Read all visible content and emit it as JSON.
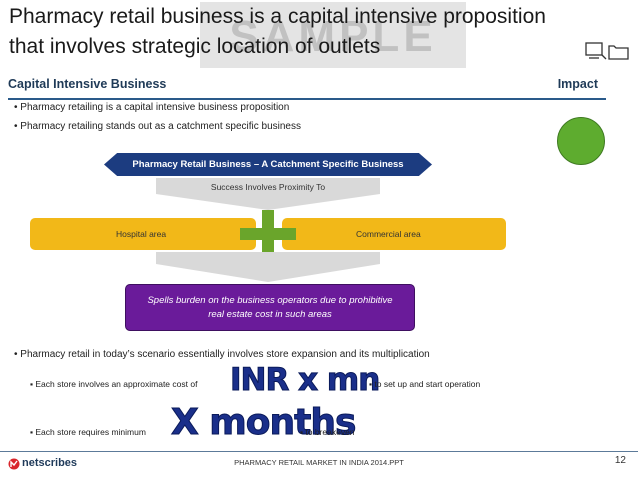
{
  "slide": {
    "title_line1": "Pharmacy retail business is a capital intensive proposition",
    "title_line2": "that involves strategic location of outlets",
    "watermark": "SAMPLE"
  },
  "section": {
    "heading": "Capital Intensive Business",
    "impact_label": "Impact",
    "impact_color": "#5eac2f"
  },
  "bullets": [
    "Pharmacy retailing is a capital intensive business proposition",
    "Pharmacy retailing stands out as a catchment specific business",
    "Pharmacy retail in today’s scenario essentially involves store expansion and its multiplication"
  ],
  "diagram": {
    "header": "Pharmacy Retail Business – A Catchment Specific Business",
    "proximity_label": "Success Involves Proximity To",
    "left_area": "Hospital area",
    "right_area": "Commercial area",
    "result": "Spells burden on the business operators due to prohibitive real estate cost in such areas",
    "header_color": "#1c3c80",
    "area_color": "#f2b818",
    "plus_color": "#6aa52b",
    "result_color": "#6a1b9a"
  },
  "store_points": {
    "cost_prefix": "Each store involves an approximate cost of",
    "cost_value": "INR x mn",
    "cost_suffix": "to set up and start operation",
    "time_prefix": "Each store requires minimum",
    "time_value": "X months",
    "time_suffix": "to breakeven"
  },
  "footer": {
    "logo": "netscribes",
    "center_text": "PHARMACY RETAIL MARKET IN INDIA 2014.PPT",
    "page_number": "12"
  },
  "icons": {
    "monitor": "monitor-icon",
    "folder": "folder-icon",
    "logo_mark": "netscribes-logo-mark-icon"
  }
}
